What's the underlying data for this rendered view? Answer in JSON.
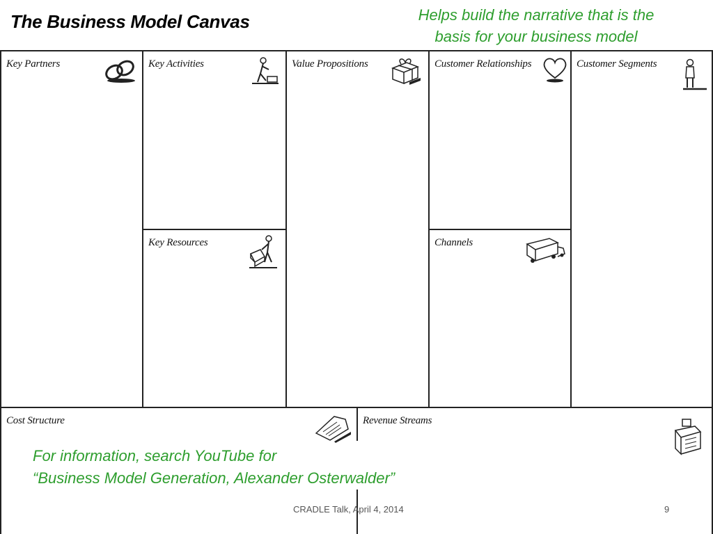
{
  "slide": {
    "title": "The Business Model Canvas",
    "subtitle_lines": [
      "Helps build the narrative that is the",
      "basis for your business model"
    ],
    "info_lines": [
      "For information, search YouTube for",
      "“Business Model Generation, Alexander Osterwalder”"
    ],
    "footer": "CRADLE Talk, April 4, 2014",
    "page_number": "9",
    "accent_color": "#2e9e2e"
  },
  "canvas": {
    "key_partners": {
      "label": "Key Partners",
      "icon": "chain-link-icon"
    },
    "key_activities": {
      "label": "Key Activities",
      "icon": "worker-icon"
    },
    "key_resources": {
      "label": "Key Resources",
      "icon": "worker-with-boxes-icon"
    },
    "value_propositions": {
      "label": "Value Propositions",
      "icon": "gift-icon"
    },
    "customer_relationships": {
      "label": "Customer Relationships",
      "icon": "heart-icon"
    },
    "channels": {
      "label": "Channels",
      "icon": "delivery-truck-icon"
    },
    "customer_segments": {
      "label": "Customer Segments",
      "icon": "person-icon"
    },
    "cost_structure": {
      "label": "Cost Structure",
      "icon": "price-tag-icon"
    },
    "revenue_streams": {
      "label": "Revenue Streams",
      "icon": "cash-register-icon"
    }
  }
}
